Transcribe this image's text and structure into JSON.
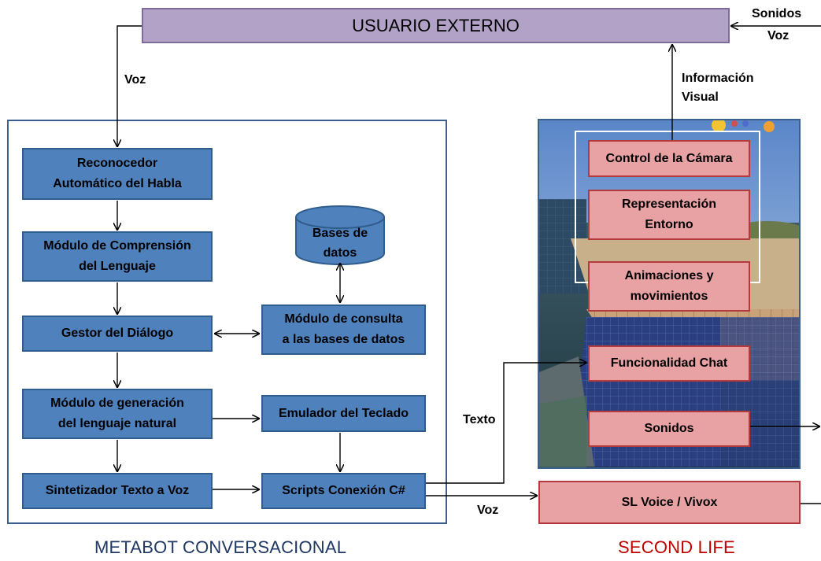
{
  "external_user": {
    "label": "USUARIO EXTERNO"
  },
  "inputs": {
    "sounds": "Sonidos",
    "voice": "Voz"
  },
  "edge_labels": {
    "voice_down": "Voz",
    "visual_info": "Información\nVisual",
    "text": "Texto",
    "voice_to_sl": "Voz"
  },
  "metabot": {
    "title": "METABOT CONVERSACIONAL",
    "asr": "Reconocedor\nAutomático del Habla",
    "nlu": "Módulo de Comprensión\ndel Lenguaje",
    "dialog": "Gestor del Diálogo",
    "nlg": "Módulo de generación\ndel lenguaje natural",
    "tts": "Sintetizador Texto a Voz",
    "database": "Bases de\ndatos",
    "db_query": "Módulo de consulta\na las bases de datos",
    "keyboard": "Emulador del Teclado",
    "scripts": "Scripts Conexión C#"
  },
  "second_life": {
    "title": "SECOND LIFE",
    "camera": "Control de la Cámara",
    "environment": "Representación\nEntorno",
    "animations": "Animaciones y\nmovimientos",
    "chat": "Funcionalidad Chat",
    "sounds": "Sonidos",
    "voice": "SL Voice / Vivox"
  },
  "colors": {
    "external_user_fill": "#b3a2c7",
    "metabot_module_fill": "#4f81bd",
    "sl_module_fill": "#e8a2a4",
    "metabot_title": "#1f3864",
    "sl_title": "#c00000"
  }
}
